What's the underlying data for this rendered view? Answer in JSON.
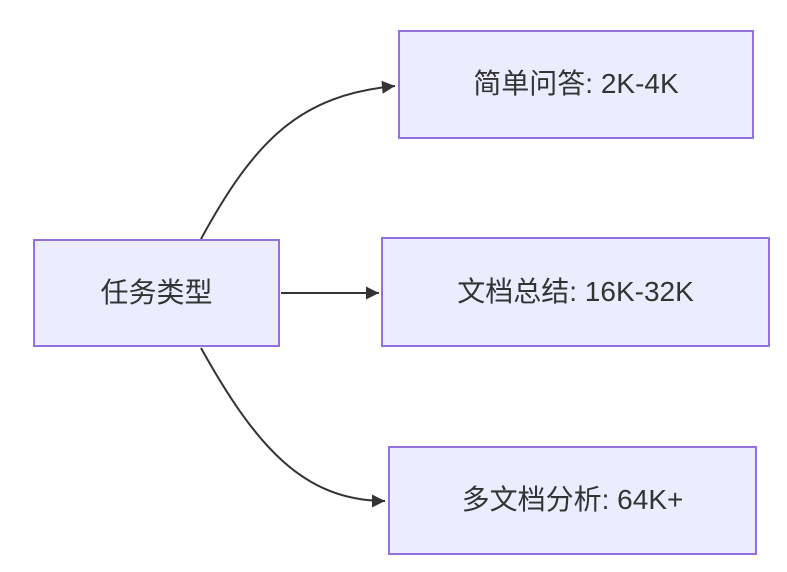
{
  "diagram": {
    "type": "flowchart",
    "direction": "left-to-right",
    "root": {
      "label": "任务类型"
    },
    "branches": [
      {
        "label": "简单问答: 2K-4K"
      },
      {
        "label": "文档总结: 16K-32K"
      },
      {
        "label": "多文档分析: 64K+"
      }
    ],
    "edges": [
      {
        "from": "任务类型",
        "to": "简单问答: 2K-4K"
      },
      {
        "from": "任务类型",
        "to": "文档总结: 16K-32K"
      },
      {
        "from": "任务类型",
        "to": "多文档分析: 64K+"
      }
    ],
    "colors": {
      "node_fill": "#ECECFF",
      "node_border": "#9370DB",
      "edge": "#333333",
      "text": "#333333",
      "background": "#ffffff"
    }
  }
}
